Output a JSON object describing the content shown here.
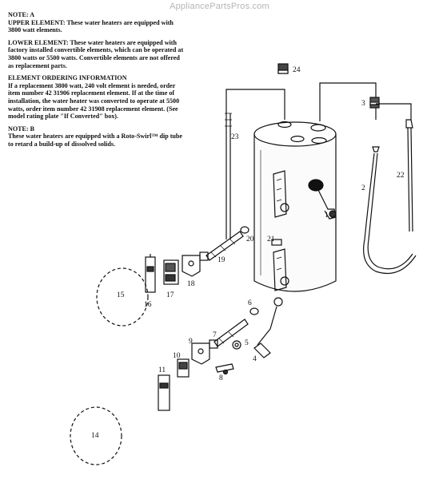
{
  "watermark": "AppliancePartsPros.com",
  "notes": {
    "note_a_heading": "NOTE: A",
    "upper_label": "UPPER ELEMENT:",
    "upper_text": "These water heaters are equipped with 3800 watt elements.",
    "lower_label": "LOWER ELEMENT:",
    "lower_text": "These water heaters are equipped with factory installed convertible elements, which can be operated at 3800 watts or 5500 watts. Convertible elements are not offered as replacement parts.",
    "ordering_heading": "ELEMENT ORDERING INFORMATION",
    "ordering_text": "If a replacement 3800 watt, 240 volt element is needed, order item number 42 31906 replacement element. If at the time of installation, the water heater was converted to operate at 5500 watts, order item number 42 31908 replacement element. (See model rating plate \"If Converted\" box).",
    "note_b_heading": "NOTE: B",
    "note_b_text": "These water heaters are equipped with a Roto-Swirl™ dip tube to retard a build-up of dissolved solids."
  },
  "callouts": [
    "1",
    "2",
    "3",
    "4",
    "5",
    "6",
    "7",
    "8",
    "9",
    "10",
    "11",
    "14",
    "15",
    "16",
    "17",
    "18",
    "19",
    "20",
    "21",
    "22",
    "23",
    "24"
  ]
}
